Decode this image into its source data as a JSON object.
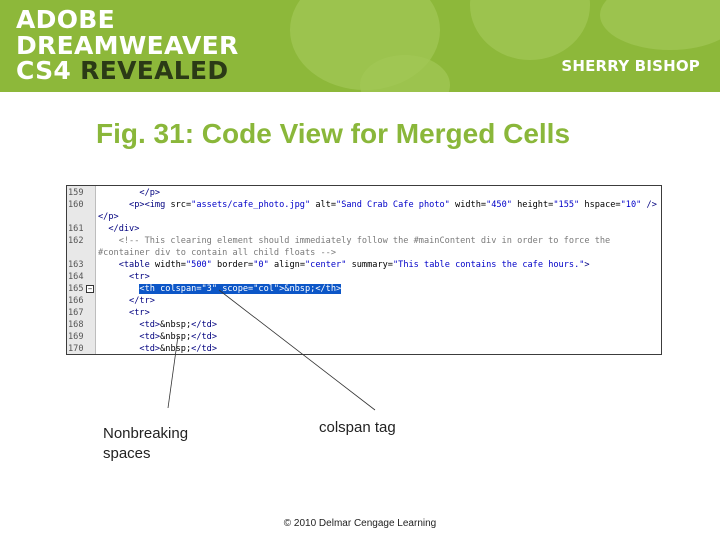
{
  "banner": {
    "line1": "ADOBE",
    "line2": "DREAMWEAVER",
    "line3_prefix": "CS4",
    "line3_highlight": "REVEALED",
    "author": "SHERRY BISHOP",
    "colors": {
      "background": "#8db83a",
      "text": "#ffffff",
      "highlight": "#2b3a16"
    }
  },
  "title": "Fig. 31: Code View for Merged Cells",
  "code_view": {
    "lines": [
      {
        "num": "159",
        "text": "        </p>"
      },
      {
        "num": "160",
        "text": "      <p><img src=\"assets/cafe_photo.jpg\" alt=\"Sand Crab Cafe photo\" width=\"450\" height=\"155\" hspace=\"10\" />"
      },
      {
        "num": "",
        "text": "</p>"
      },
      {
        "num": "161",
        "text": "  </div>"
      },
      {
        "num": "162",
        "text": "    <!-- This clearing element should immediately follow the #mainContent div in order to force the"
      },
      {
        "num": "",
        "text": "#container div to contain all child floats -->"
      },
      {
        "num": "163",
        "text": "    <table width=\"500\" border=\"0\" align=\"center\" summary=\"This table contains the cafe hours.\">"
      },
      {
        "num": "164",
        "text": "      <tr>"
      },
      {
        "num": "165",
        "text": "        <th colspan=\"3\" scope=\"col\">&nbsp;</th>",
        "highlighted": true,
        "collapse": true
      },
      {
        "num": "166",
        "text": "      </tr>"
      },
      {
        "num": "167",
        "text": "      <tr>"
      },
      {
        "num": "168",
        "text": "        <td>&nbsp;</td>"
      },
      {
        "num": "169",
        "text": "        <td>&nbsp;</td>"
      },
      {
        "num": "170",
        "text": "        <td>&nbsp;</td>"
      }
    ],
    "colors": {
      "highlight": "#0c56c7",
      "tag": "#00007f",
      "comment": "#7a7a7a"
    }
  },
  "callouts": {
    "nbsp": "Nonbreaking\nspaces",
    "colspan": "colspan tag"
  },
  "footer": "© 2010 Delmar Cengage Learning"
}
